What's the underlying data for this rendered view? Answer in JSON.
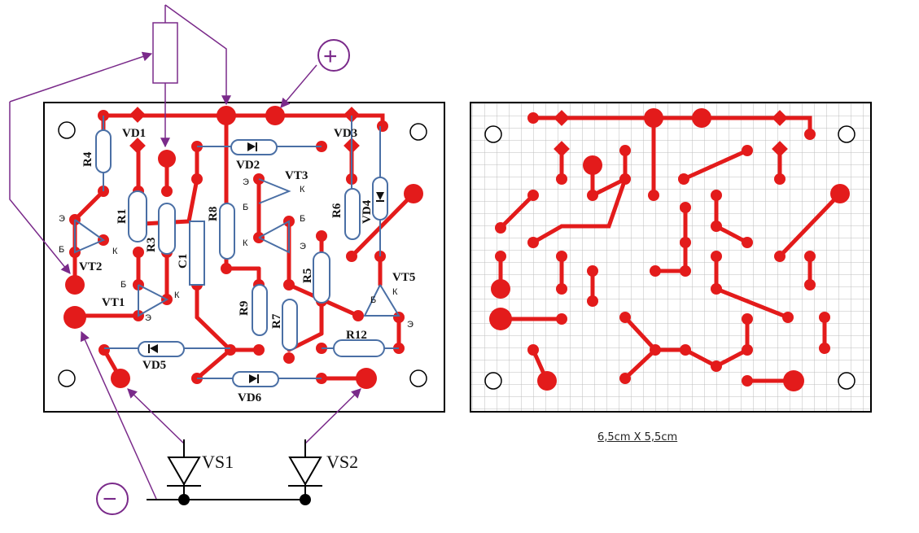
{
  "left_board": {
    "component_labels": {
      "vd1": "VD1",
      "vd2": "VD2",
      "vd3": "VD3",
      "vd4": "VD4",
      "vd5": "VD5",
      "vd6": "VD6",
      "vt1": "VT1",
      "vt2": "VT2",
      "vt3": "VT3",
      "vt5": "VT5",
      "r1": "R1",
      "r3": "R3",
      "r4": "R4",
      "r5": "R5",
      "r6": "R6",
      "r7": "R7",
      "r8": "R8",
      "r9": "R9",
      "r12": "R12",
      "c1": "C1"
    },
    "pin_labels": {
      "emitter": "Э",
      "base": "Б",
      "collector": "К"
    },
    "plus_symbol": "+",
    "minus_symbol": "−",
    "vs1": "VS1",
    "vs2": "VS2"
  },
  "right_board": {
    "size_caption": "6,5cm X 5,5cm"
  },
  "colors": {
    "trace": "#e31b1b",
    "component": "#4a6fa5",
    "wire": "#7a2a8a",
    "board_edge": "#000000",
    "grid": "#bdbdbd"
  }
}
